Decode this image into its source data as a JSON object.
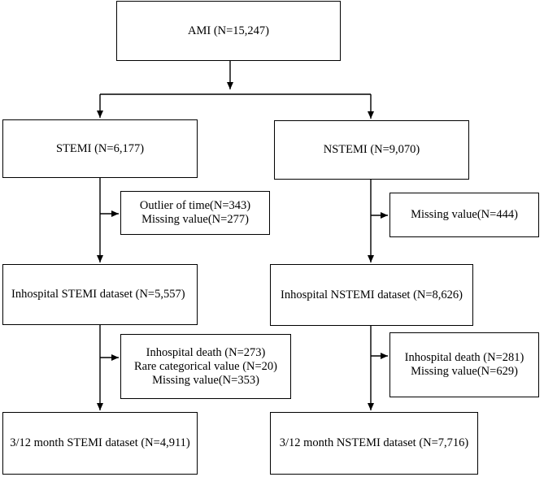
{
  "flowchart": {
    "top": {
      "label": "AMI (N=15,247)"
    },
    "stemi": {
      "group": "STEMI (N=6,177)",
      "exclusion1": [
        "Outlier of time(N=343)",
        "Missing value(N=277)"
      ],
      "dataset_inhospital": "Inhospital STEMI dataset (N=5,557)",
      "exclusion2": [
        "Inhospital death (N=273)",
        "Rare categorical value (N=20)",
        "Missing value(N=353)"
      ],
      "dataset_followup": "3/12 month STEMI dataset (N=4,911)"
    },
    "nstemi": {
      "group": "NSTEMI (N=9,070)",
      "exclusion1": [
        "Missing value(N=444)"
      ],
      "dataset_inhospital": "Inhospital NSTEMI dataset (N=8,626)",
      "exclusion2": [
        "Inhospital death (N=281)",
        "Missing value(N=629)"
      ],
      "dataset_followup": "3/12 month NSTEMI dataset (N=7,716)"
    }
  },
  "colors": {
    "stroke": "#000000",
    "background": "#ffffff"
  }
}
